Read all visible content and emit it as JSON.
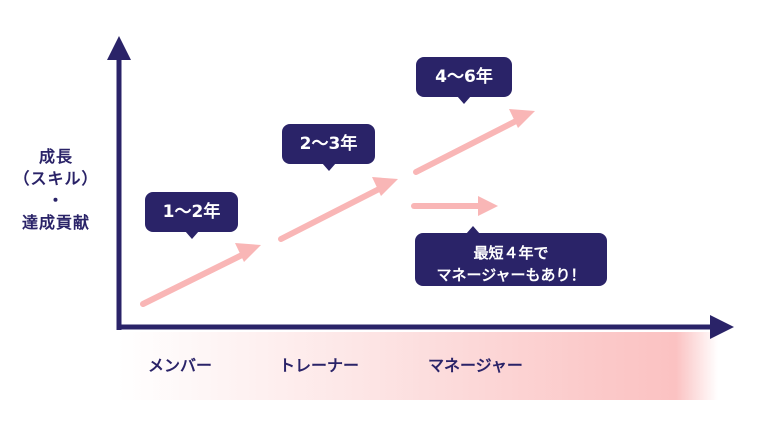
{
  "y_axis_label": [
    "成長",
    "（スキル）",
    "・",
    "達成貢献"
  ],
  "roles": [
    "メンバー",
    "トレーナー",
    "マネージャー"
  ],
  "bubbles": {
    "b1": "1〜2年",
    "b2": "2〜3年",
    "b3": "4〜6年",
    "note_line1": "最短４年で",
    "note_line2": "マネージャーもあり！"
  },
  "colors": {
    "navy": "#2a2368",
    "arrow_pink": "#f9b6b6",
    "band_pink": "#fbc2c2"
  }
}
